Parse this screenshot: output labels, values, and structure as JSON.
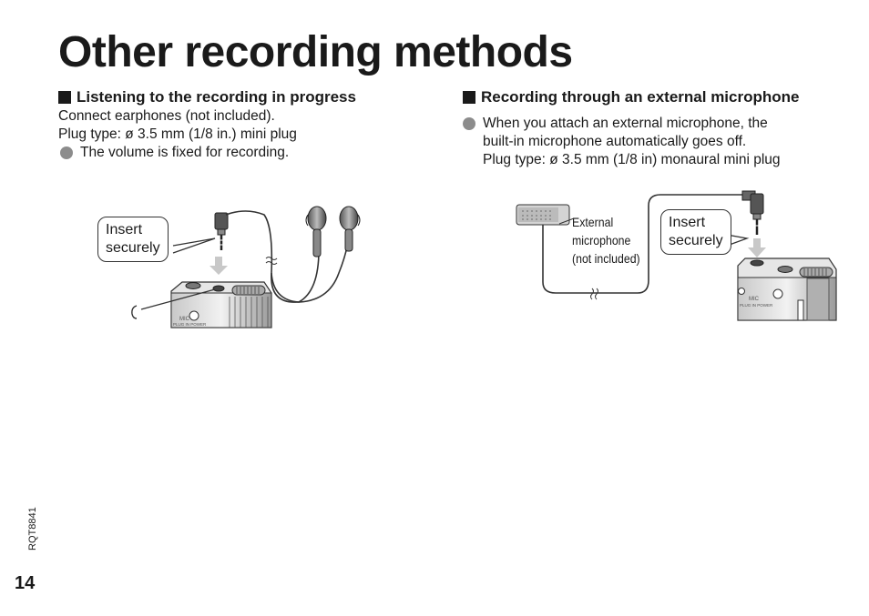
{
  "page": {
    "title": "Other recording methods",
    "page_number": "14",
    "model_code": "RQT8841"
  },
  "left_section": {
    "heading": "Listening to the recording in progress",
    "lines": [
      "Connect earphones (not included).",
      "Plug type: ø 3.5 mm (1/8 in.) mini plug"
    ],
    "bullet": "The volume is fixed for recording.",
    "illustration": {
      "callout": [
        "Insert",
        "securely"
      ],
      "device_labels": [
        "MIC",
        "PLUG IN POWER"
      ]
    }
  },
  "right_section": {
    "heading": "Recording through an external microphone",
    "bullet_lines": [
      "When you attach an external microphone, the",
      "built-in microphone automatically goes off.",
      "Plug type: ø 3.5 mm (1/8 in) monaural mini plug"
    ],
    "illustration": {
      "mic_label": [
        "External",
        "microphone",
        "(not included)"
      ],
      "callout": [
        "Insert",
        "securely"
      ],
      "device_labels": [
        "MIC",
        "PLUG IN POWER"
      ]
    }
  }
}
